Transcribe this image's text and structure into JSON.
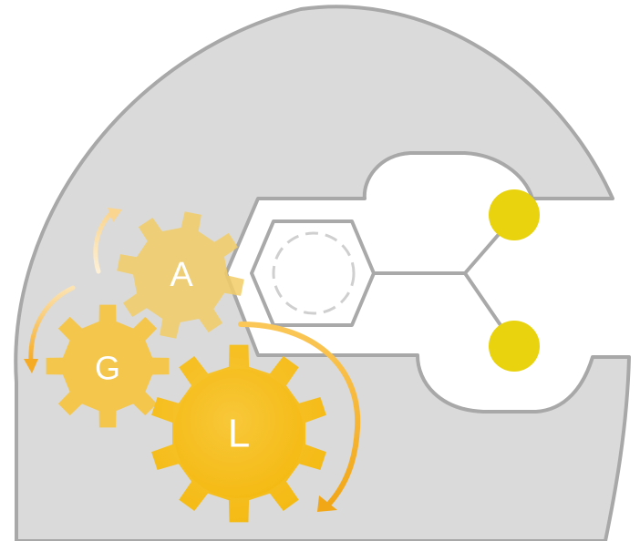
{
  "gears": [
    {
      "id": "A",
      "letter": "A"
    },
    {
      "id": "G",
      "letter": "G"
    },
    {
      "id": "L",
      "letter": "L"
    }
  ],
  "colors": {
    "body": "#dadada",
    "outline": "#a8a8a8",
    "pocket": "#ffffff",
    "bond": "#a9a9a9",
    "ring_dash": "#cfcfcf",
    "ligand": "#e9d20e",
    "gear_a": "#f2cd66",
    "gear_g": "#f4c64c",
    "gear_l": "#f6be16",
    "arrow_light": "#fbe2b1",
    "arrow_mid": "#f8c35c",
    "arrow_dark": "#f3b51a"
  },
  "icons": [
    "enzyme-body",
    "benzene-ring",
    "ligand-atom",
    "gear",
    "rotation-arrow"
  ]
}
